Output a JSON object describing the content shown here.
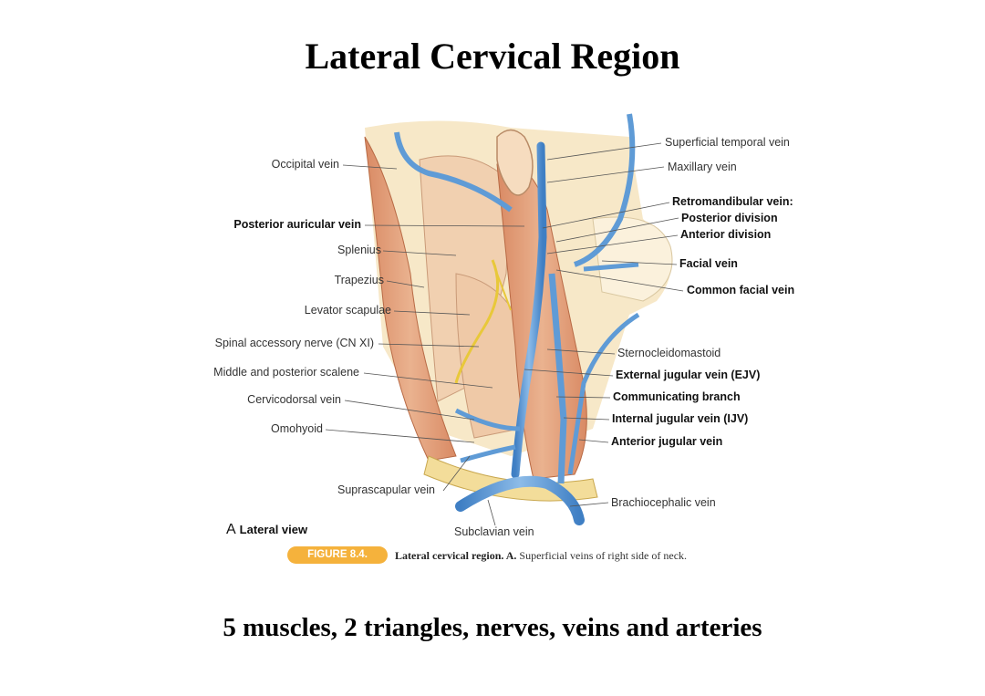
{
  "title": "Lateral Cervical Region",
  "subtitle": "5 muscles, 2 triangles, nerves, veins and arteries",
  "figure": {
    "badge": "FIGURE 8.4.",
    "caption_bold": "Lateral cervical region. A.",
    "caption_text": "Superficial veins of right side of neck.",
    "view_letter": "A",
    "view_text": "Lateral view",
    "labels_left": [
      "Occipital vein",
      "Posterior auricular vein",
      "Splenius",
      "Trapezius",
      "Levator scapulae",
      "Spinal accessory nerve (CN XI)",
      "Middle and posterior scalene",
      "Cervicodorsal vein",
      "Omohyoid"
    ],
    "labels_right": [
      "Superficial temporal vein",
      "Maxillary vein",
      "Retromandibular vein:",
      "Posterior division",
      "Anterior division",
      "Facial vein",
      "Common facial vein",
      "Sternocleidomastoid",
      "External jugular vein (EJV)",
      "Communicating branch",
      "Internal jugular vein (IJV)",
      "Anterior jugular vein",
      "Brachiocephalic vein"
    ],
    "labels_bottom": [
      "Suprascapular vein",
      "Subclavian vein"
    ],
    "colors": {
      "vein": "#5f9bd6",
      "muscle": "#e3a27d",
      "nerve": "#e8c83a",
      "skin": "#f7e8c8",
      "badge": "#f5b23c"
    }
  }
}
